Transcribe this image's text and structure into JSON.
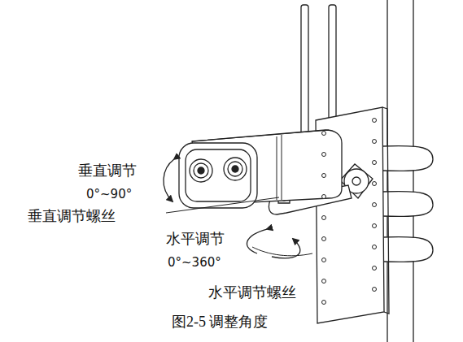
{
  "diagram": {
    "caption": "图2-5 调整角度",
    "labels": [
      "垂直调节",
      "0°~90°",
      "垂直调节螺丝",
      "水平调节",
      "0°~360°",
      "水平调节螺丝"
    ]
  }
}
